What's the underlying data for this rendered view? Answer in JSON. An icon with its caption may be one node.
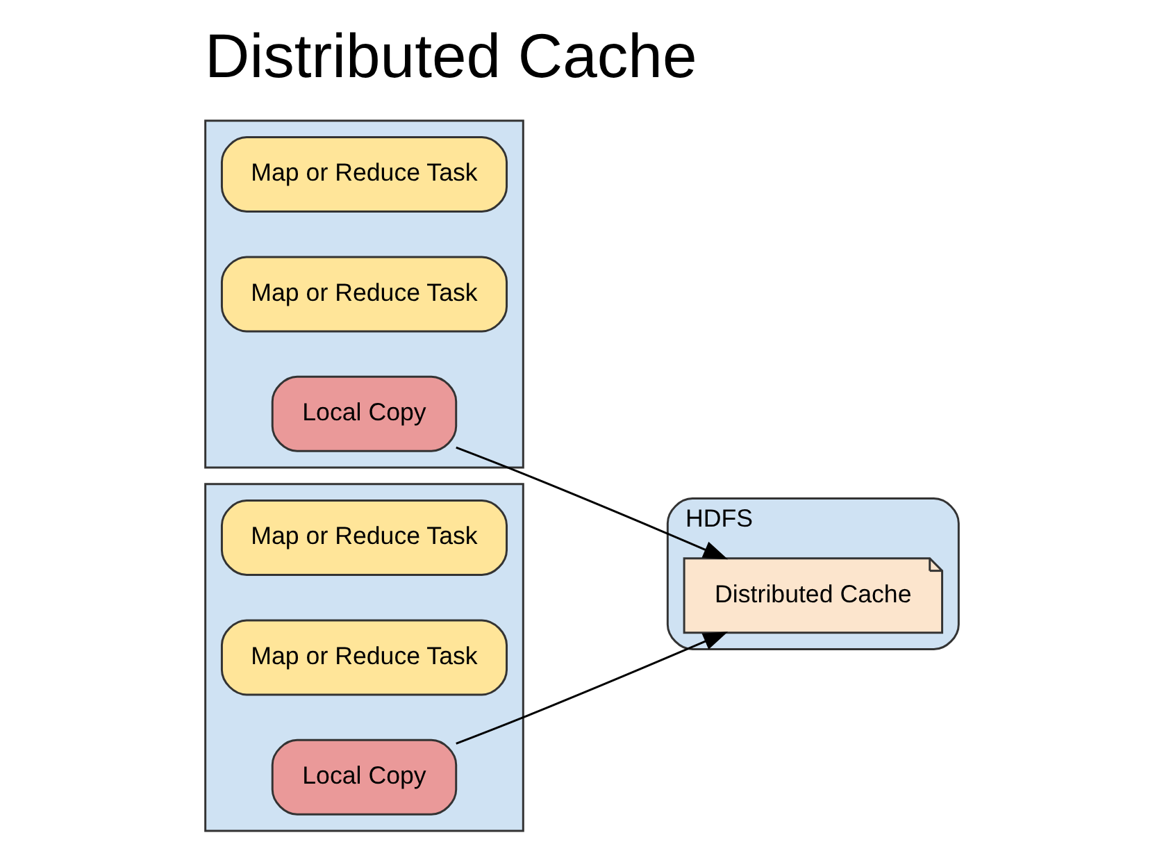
{
  "diagram": {
    "title": "Distributed Cache",
    "nodes": [
      {
        "text": [],
        "shape": "box"
      },
      {
        "text": [
          "Map or Reduce Task"
        ],
        "in": 0
      },
      {
        "text": [
          "Map or Reduce Task"
        ],
        "in": 0
      },
      {
        "text": [
          "Local Copy"
        ],
        "in": 0
      },
      {
        "text": [],
        "shape": "box"
      },
      {
        "text": [
          "Map or Reduce Task"
        ],
        "in": 4
      },
      {
        "text": [
          "Map or Reduce Task"
        ],
        "in": 4
      },
      {
        "text": [
          "Local Copy"
        ],
        "in": 4
      },
      {
        "text": [
          "HDFS"
        ]
      },
      {
        "text": [
          "Distributed Cache"
        ],
        "in": 8
      }
    ],
    "edges": [
      {
        "from": 3,
        "to": 9,
        "arrow": "to"
      },
      {
        "from": 7,
        "to": 9,
        "arrow": "to"
      }
    ]
  }
}
